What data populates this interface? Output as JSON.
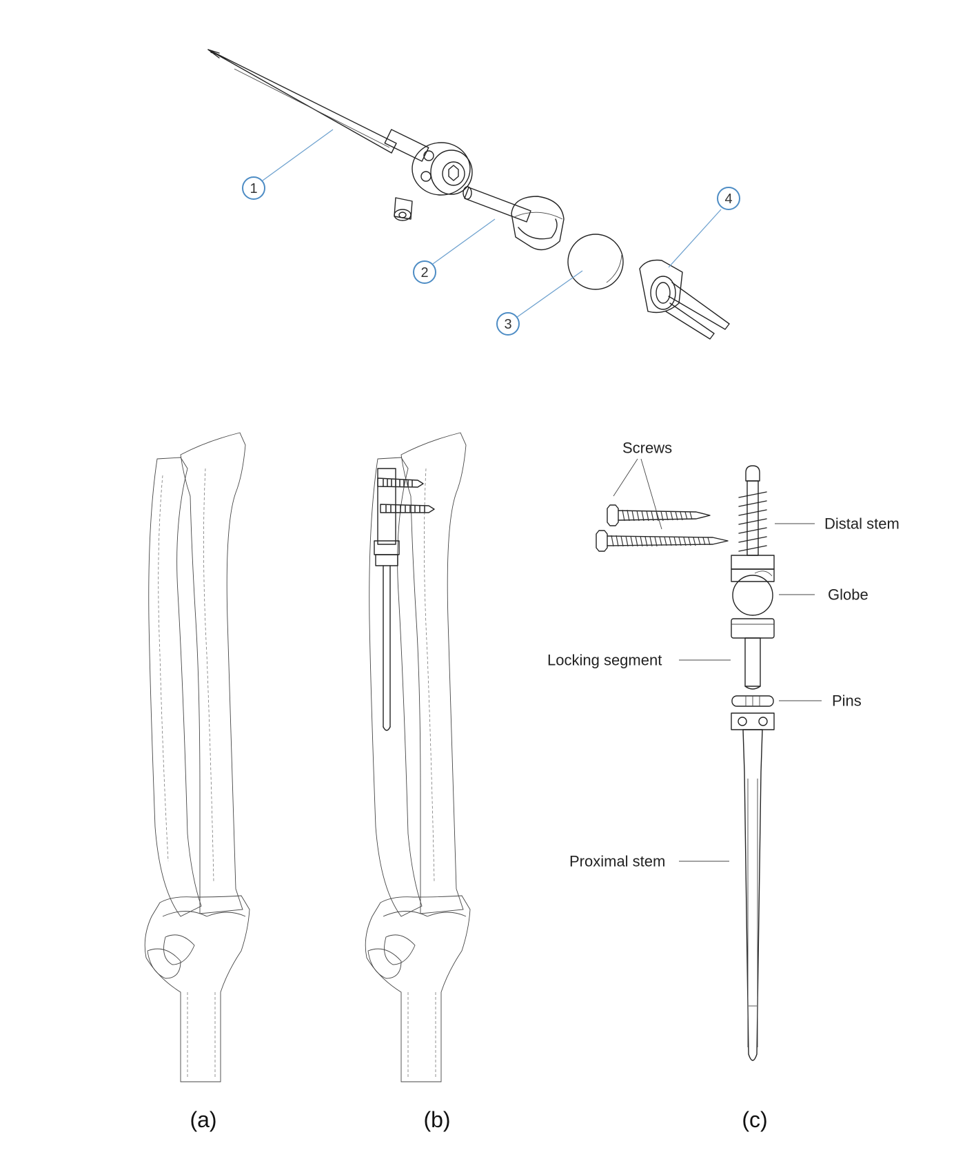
{
  "exploded_view": {
    "callouts": [
      "1",
      "2",
      "3",
      "4"
    ]
  },
  "component_labels": {
    "screws": "Screws",
    "distal_stem": "Distal stem",
    "globe": "Globe",
    "locking_segment": "Locking segment",
    "pins": "Pins",
    "proximal_stem": "Proximal stem"
  },
  "panels": {
    "a": "(a)",
    "b": "(b)",
    "c": "(c)"
  },
  "colors": {
    "callout_blue": "#4d8cc4",
    "ink": "#222222"
  }
}
